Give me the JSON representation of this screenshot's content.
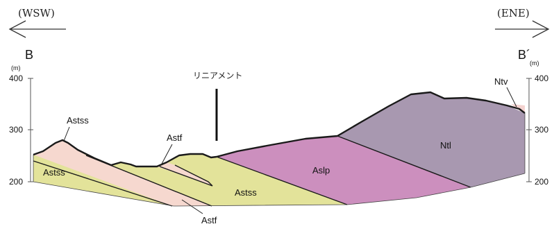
{
  "direction": {
    "left": "(WSW)",
    "right": "(ENE)"
  },
  "section_ends": {
    "left": "B",
    "right": "B´"
  },
  "elevation_axis": {
    "unit": "(m)",
    "ticks": [
      "400",
      "300",
      "200"
    ]
  },
  "lineament_label": "リニアメント",
  "units": {
    "astss_left": "Astss",
    "astss_right": "Astss",
    "astss_top": "Astss",
    "astf_top": "Astf",
    "astf_bottom": "Astf",
    "aslp": "Aslp",
    "ntl": "Ntl",
    "ntv": "Ntv"
  },
  "colors": {
    "astss": "#e3e39a",
    "astf": "#f6d8cf",
    "aslp": "#cc8fbe",
    "ntl": "#a898b0",
    "ntv": "#f4d2cf",
    "line": "#1a1a1a"
  }
}
